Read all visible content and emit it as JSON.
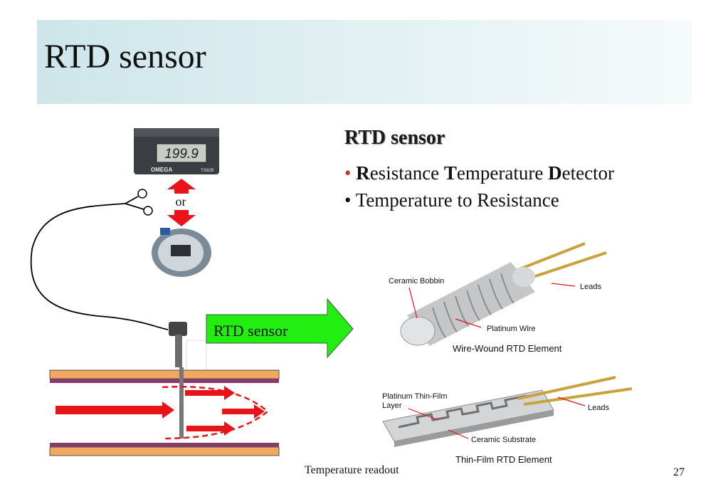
{
  "slide": {
    "title": "RTD sensor",
    "page_number": "27"
  },
  "content": {
    "heading": "RTD sensor",
    "bullet1": {
      "marker": "•",
      "parts": [
        "R",
        "esistance ",
        "T",
        "emperature ",
        "D",
        "etector"
      ]
    },
    "bullet2": {
      "marker": "•",
      "text": "Temperature to Resistance"
    }
  },
  "left_figure": {
    "display_reading": "199.9",
    "brand": "OMEGA",
    "model": "TX82B",
    "or_label": "or",
    "arrow_label": "RTD sensor",
    "caption": "Temperature readout"
  },
  "wire_wound_figure": {
    "labels": [
      "Ceramic Bobbin",
      "Leads",
      "Platinum Wire"
    ],
    "caption": "Wire-Wound RTD Element"
  },
  "thin_film_figure": {
    "label_line1": "Platinum Thin-Film",
    "label_line2": "Layer",
    "leads": "Leads",
    "substrate": "Ceramic Substrate",
    "caption": "Thin-Film RTD Element"
  },
  "colors": {
    "header_band": "#d3e9ec",
    "flow_arrow": "#e8141a",
    "green_arrow": "#22ee11",
    "pipe_orange": "#f0a860",
    "pipe_purple": "#8a3a6a"
  }
}
